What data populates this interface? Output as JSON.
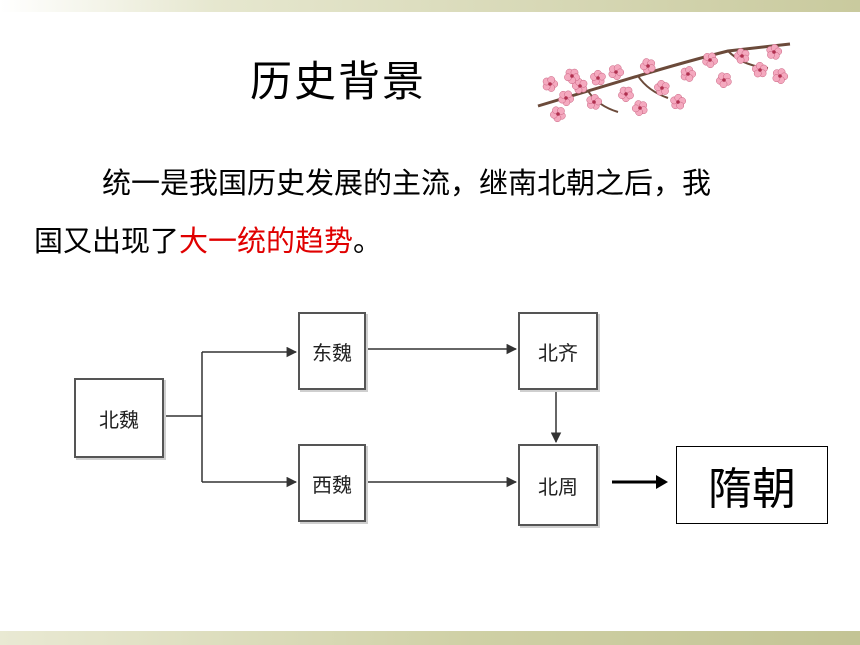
{
  "slide": {
    "title": "历史背景",
    "paragraph": {
      "line1": "统一是我国历史发展的主流，继南北朝之后，我",
      "line2_before": "国又出现了",
      "line2_highlight": "大一统的趋势",
      "line2_after": "。",
      "highlight_color": "#e00000"
    }
  },
  "diagram": {
    "nodes": {
      "bei_wei": "北魏",
      "dong_wei": "东魏",
      "xi_wei": "西魏",
      "bei_qi": "北齐",
      "bei_zhou": "北周",
      "sui": "隋朝"
    }
  },
  "decoration": {
    "blossom_icon": "plum-blossom-branch-icon",
    "blossom_color": "#f4a9bf"
  }
}
